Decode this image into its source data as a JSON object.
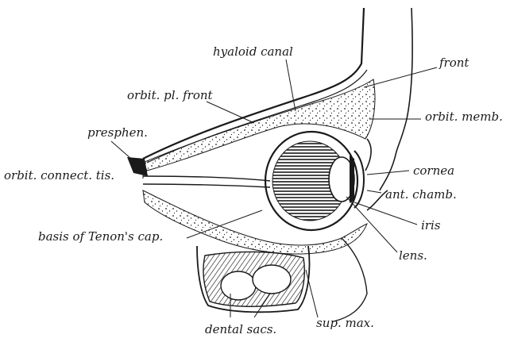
{
  "figure": {
    "labels": {
      "hyaloid_canal": "hyaloid canal",
      "front": "front",
      "orbit_pl_front": "orbit. pl. front",
      "orbit_memb": "orbit. memb.",
      "presphen": "presphen.",
      "orbit_connect_tis": "orbit. connect. tis.",
      "cornea": "cornea",
      "ant_chamb": "ant. chamb.",
      "basis_tenon": "basis of Tenon's cap.",
      "iris": "iris",
      "lens": "lens.",
      "dental_sacs": "dental sacs.",
      "sup_max": "sup. max."
    },
    "colors": {
      "ink": "#1a1a1a",
      "paper": "#ffffff"
    }
  }
}
